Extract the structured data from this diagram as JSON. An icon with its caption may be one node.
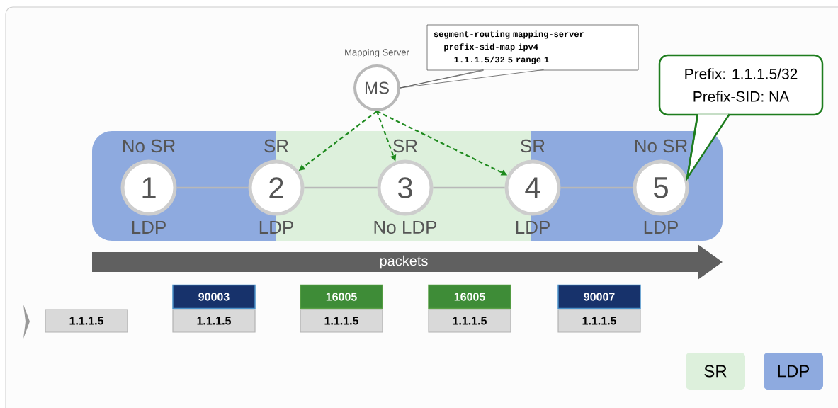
{
  "diagram": {
    "nodes": [
      {
        "text": [
          "MS"
        ],
        "beside": [
          "Mapping Server"
        ]
      },
      {
        "text": [
          "segment-routing mapping-server",
          "prefix-sid-map ipv4",
          "1.1.1.5/32 5 range 1"
        ]
      },
      {
        "text": [
          "Prefix: 1.1.1.5/32",
          "Prefix-SID: NA"
        ]
      },
      {
        "text": [
          "1"
        ],
        "beside": [
          "No SR",
          "LDP"
        ]
      },
      {
        "text": [
          "2"
        ],
        "beside": [
          "SR",
          "LDP"
        ]
      },
      {
        "text": [
          "3"
        ],
        "beside": [
          "SR",
          "No LDP"
        ]
      },
      {
        "text": [
          "4"
        ],
        "beside": [
          "SR",
          "LDP"
        ]
      },
      {
        "text": [
          "5"
        ],
        "beside": [
          "No SR",
          "LDP"
        ]
      },
      {
        "text": [
          "1.1.1.5"
        ]
      },
      {
        "text": [
          "90003"
        ]
      },
      {
        "text": [
          "1.1.1.5"
        ]
      },
      {
        "text": [
          "16005"
        ]
      },
      {
        "text": [
          "1.1.1.5"
        ]
      },
      {
        "text": [
          "16005"
        ]
      },
      {
        "text": [
          "1.1.1.5"
        ]
      },
      {
        "text": [
          "90007"
        ]
      },
      {
        "text": [
          "1.1.1.5"
        ]
      }
    ],
    "edges": [
      {
        "from": 1,
        "to": 0,
        "arrow": "none",
        "color": "#595959"
      },
      {
        "from": 2,
        "to": 7,
        "arrow": "none",
        "color": "#1e7d1e"
      },
      {
        "from": 0,
        "to": 4,
        "arrow": "to",
        "style": "dashed",
        "color": "#1e8a1e"
      },
      {
        "from": 0,
        "to": 5,
        "arrow": "to",
        "style": "dashed",
        "color": "#1e8a1e"
      },
      {
        "from": 0,
        "to": 6,
        "arrow": "to",
        "style": "dashed",
        "color": "#1e8a1e"
      },
      {
        "from": 3,
        "to": 4,
        "arrow": "none"
      },
      {
        "from": 4,
        "to": 5,
        "arrow": "none"
      },
      {
        "from": 5,
        "to": 6,
        "arrow": "none"
      },
      {
        "from": 6,
        "to": 7,
        "arrow": "none"
      }
    ],
    "labels": [
      "packets"
    ],
    "legend": [
      {
        "text": "SR",
        "color": "#ddf0dc"
      },
      {
        "text": "LDP",
        "color": "#8eaadf"
      }
    ]
  }
}
